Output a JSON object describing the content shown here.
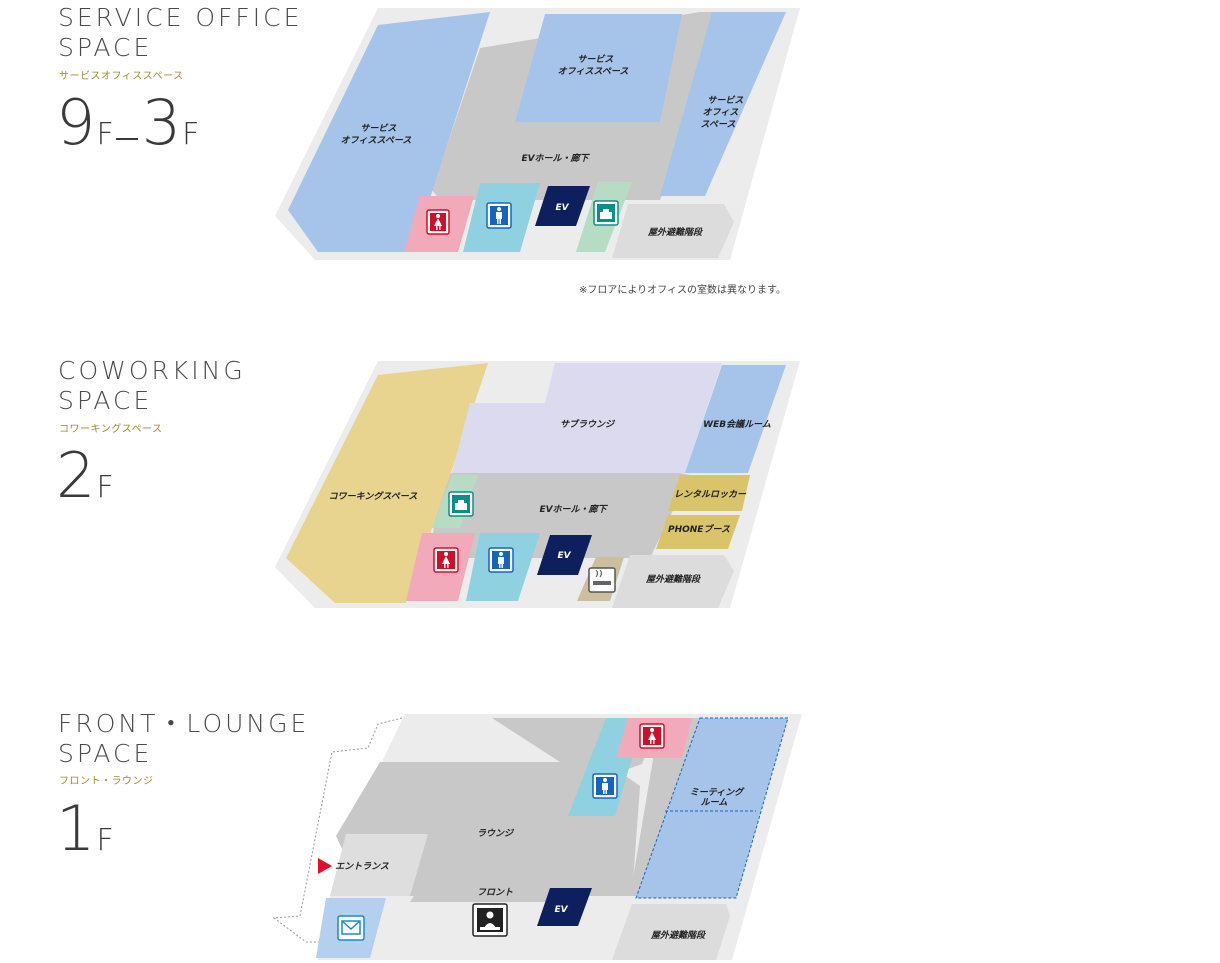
{
  "floors": [
    {
      "title": "SERVICE OFFICE\nSPACE",
      "subtitle": "サービスオフィススペース",
      "floor_from": "9",
      "floor_to": "3",
      "unit": "F",
      "rooms": {
        "office_left": "サービス\nオフィススペース",
        "office_center": "サービス\nオフィススペース",
        "office_right": "サービス\nオフィス\nスペース",
        "hall": "EVホール・廊下",
        "ev": "EV",
        "stairs": "屋外避難階段"
      },
      "note": "※フロアによりオフィスの室数は異なります。"
    },
    {
      "title": "COWORKING\nSPACE",
      "subtitle": "コワーキングスペース",
      "floor": "2",
      "unit": "F",
      "rooms": {
        "coworking": "コワーキングスペース",
        "sub_lounge": "サブラウンジ",
        "web_meeting": "WEB会議ルーム",
        "hall": "EVホール・廊下",
        "locker": "レンタルロッカー",
        "phone_booth": "PHONEブース",
        "ev": "EV",
        "stairs": "屋外避難階段"
      }
    },
    {
      "title": "FRONT・LOUNGE\nSPACE",
      "subtitle": "フロント・ラウンジ",
      "floor": "1",
      "unit": "F",
      "rooms": {
        "meeting": "ミーティング\nルーム",
        "lounge": "ラウンジ",
        "entrance": "エントランス",
        "front": "フロント",
        "ev": "EV",
        "stairs": "屋外避難階段"
      }
    }
  ],
  "icons": [
    "female-restroom-icon",
    "male-restroom-icon",
    "kitchen-icon",
    "smoking-area-icon",
    "mailbox-icon",
    "reception-icon",
    "entrance-arrow-icon"
  ],
  "colors": {
    "office": "#a6c4ea",
    "coworking": "#e8d48e",
    "sub_lounge": "#dcdaee",
    "corridor": "#c8c8c8",
    "female_wc": "#f2a9ba",
    "male_wc": "#8fd1e0",
    "ev": "#0d1f5c",
    "kitchen": "#b6dcc3",
    "locker": "#d9c46a",
    "smoking": "#cbbf9f",
    "outline": "#ececec"
  }
}
